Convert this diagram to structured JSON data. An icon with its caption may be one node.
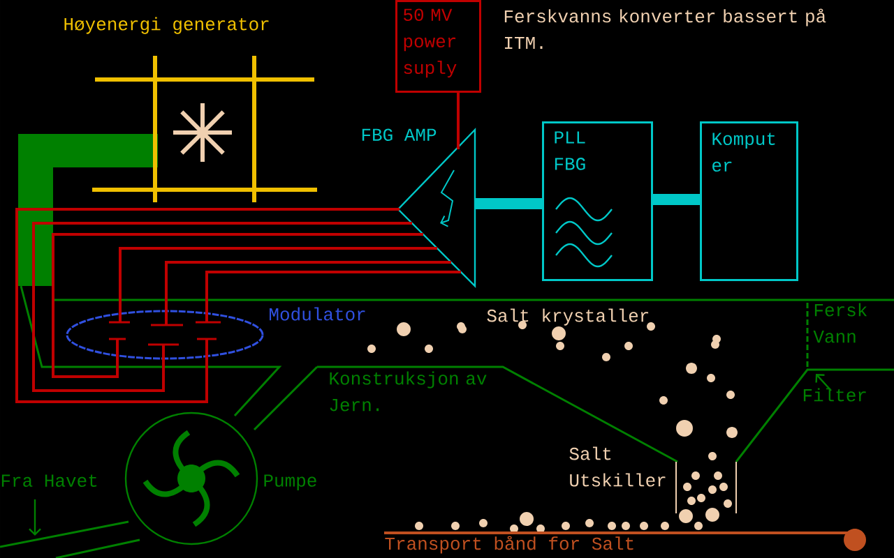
{
  "diagram": {
    "title": "Ferskvanns konverter bassert på ITM.",
    "nodes": [
      {
        "text": [
          "Høyenergi generator"
        ]
      },
      {
        "text": [
          "50 MV power suply"
        ]
      },
      {
        "text": [
          "FBG AMP"
        ]
      },
      {
        "text": [
          "PLL FBG"
        ]
      },
      {
        "text": [
          "Komput er"
        ]
      },
      {
        "text": [
          "Modulator"
        ]
      },
      {
        "text": [
          "Pumpe"
        ]
      }
    ],
    "edges": [
      {
        "from": 1,
        "to": 2,
        "arrow": "none"
      },
      {
        "from": 2,
        "to": 3,
        "arrow": "none",
        "style": "thick",
        "color": "#00c8c8"
      },
      {
        "from": 3,
        "to": 4,
        "arrow": "none",
        "style": "thick",
        "color": "#00c8c8"
      },
      {
        "from": 5,
        "to": 2,
        "arrow": "none"
      },
      {
        "from": 5,
        "to": 2,
        "arrow": "none"
      },
      {
        "from": 5,
        "to": 2,
        "arrow": "none"
      },
      {
        "from": 5,
        "to": 2,
        "arrow": "none"
      },
      {
        "from": 5,
        "to": 2,
        "arrow": "none"
      },
      {
        "from": 5,
        "to": 2,
        "arrow": "none"
      }
    ],
    "labels": [
      "Salt krystaller",
      "Fersk Vann",
      "Konstruksjon av Jern.",
      "Filter",
      "Fra Havet",
      "Salt Utskiller",
      "Transport bånd for Salt"
    ]
  }
}
